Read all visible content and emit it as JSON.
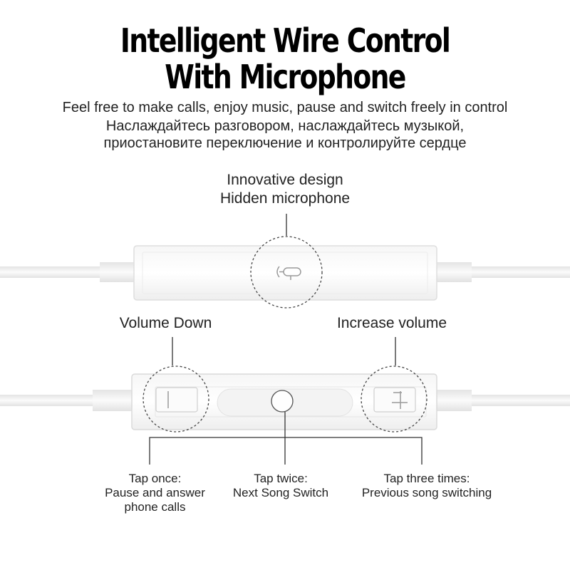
{
  "title": {
    "line1": "Intelligent Wire Control",
    "line2": "With Microphone"
  },
  "subtitle": {
    "en": "Feel free to make calls, enjoy music, pause and switch freely in control",
    "ru1": "Наслаждайтесь разговором, наслаждайтесь музыкой,",
    "ru2": "приостановите переключение и контролируйте сердце"
  },
  "microphone": {
    "line1": "Innovative design",
    "line2": "Hidden microphone"
  },
  "controls": {
    "volume_down": "Volume Down",
    "increase_volume": "Increase volume"
  },
  "actions": [
    {
      "line1": "Tap once:",
      "line2": "Pause and answer",
      "line3": "phone calls"
    },
    {
      "line1": "Tap twice:",
      "line2": "Next Song Switch"
    },
    {
      "line1": "Tap three times:",
      "line2": "Previous song switching"
    }
  ],
  "colors": {
    "background": "#ffffff",
    "text": "#222222",
    "wire": "#f2f2f2",
    "outline": "#dcdcdc"
  },
  "icons": [
    "microphone-icon",
    "minus-icon",
    "plus-icon",
    "center-button-icon"
  ]
}
